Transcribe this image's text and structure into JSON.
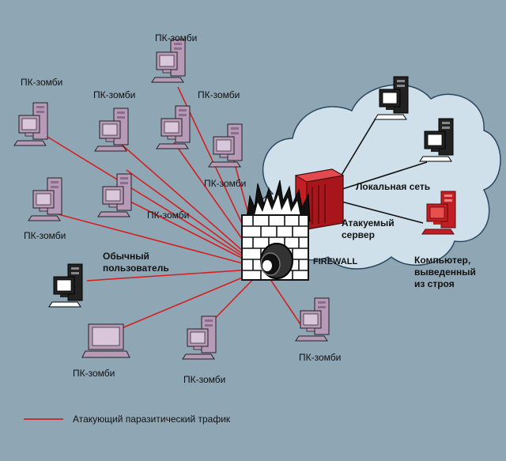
{
  "labels": {
    "zombie": "ПК-зомби",
    "local_network": "Локальная сеть",
    "attacked_server_line1": "Атакуемый",
    "attacked_server_line2": "сервер",
    "firewall": "FIREWALL",
    "regular_user_line1": "Обычный",
    "regular_user_line2": "пользователь",
    "broken_pc_line1": "Компьютер,",
    "broken_pc_line2": "выведенный",
    "broken_pc_line3": "из строя",
    "legend": "Атакующий паразитический трафик"
  },
  "colors": {
    "background": "#8fa6b5",
    "cloud": "#cfe0ea",
    "attack_line": "#d42020",
    "zombie_pc": "#b79ab8",
    "server": "#c41e25",
    "firewall_bricks": "#ffffff"
  },
  "icons": {
    "zombie": "desktop-pc-icon",
    "laptop": "laptop-icon",
    "server": "server-icon",
    "firewall": "firewall-icon"
  }
}
